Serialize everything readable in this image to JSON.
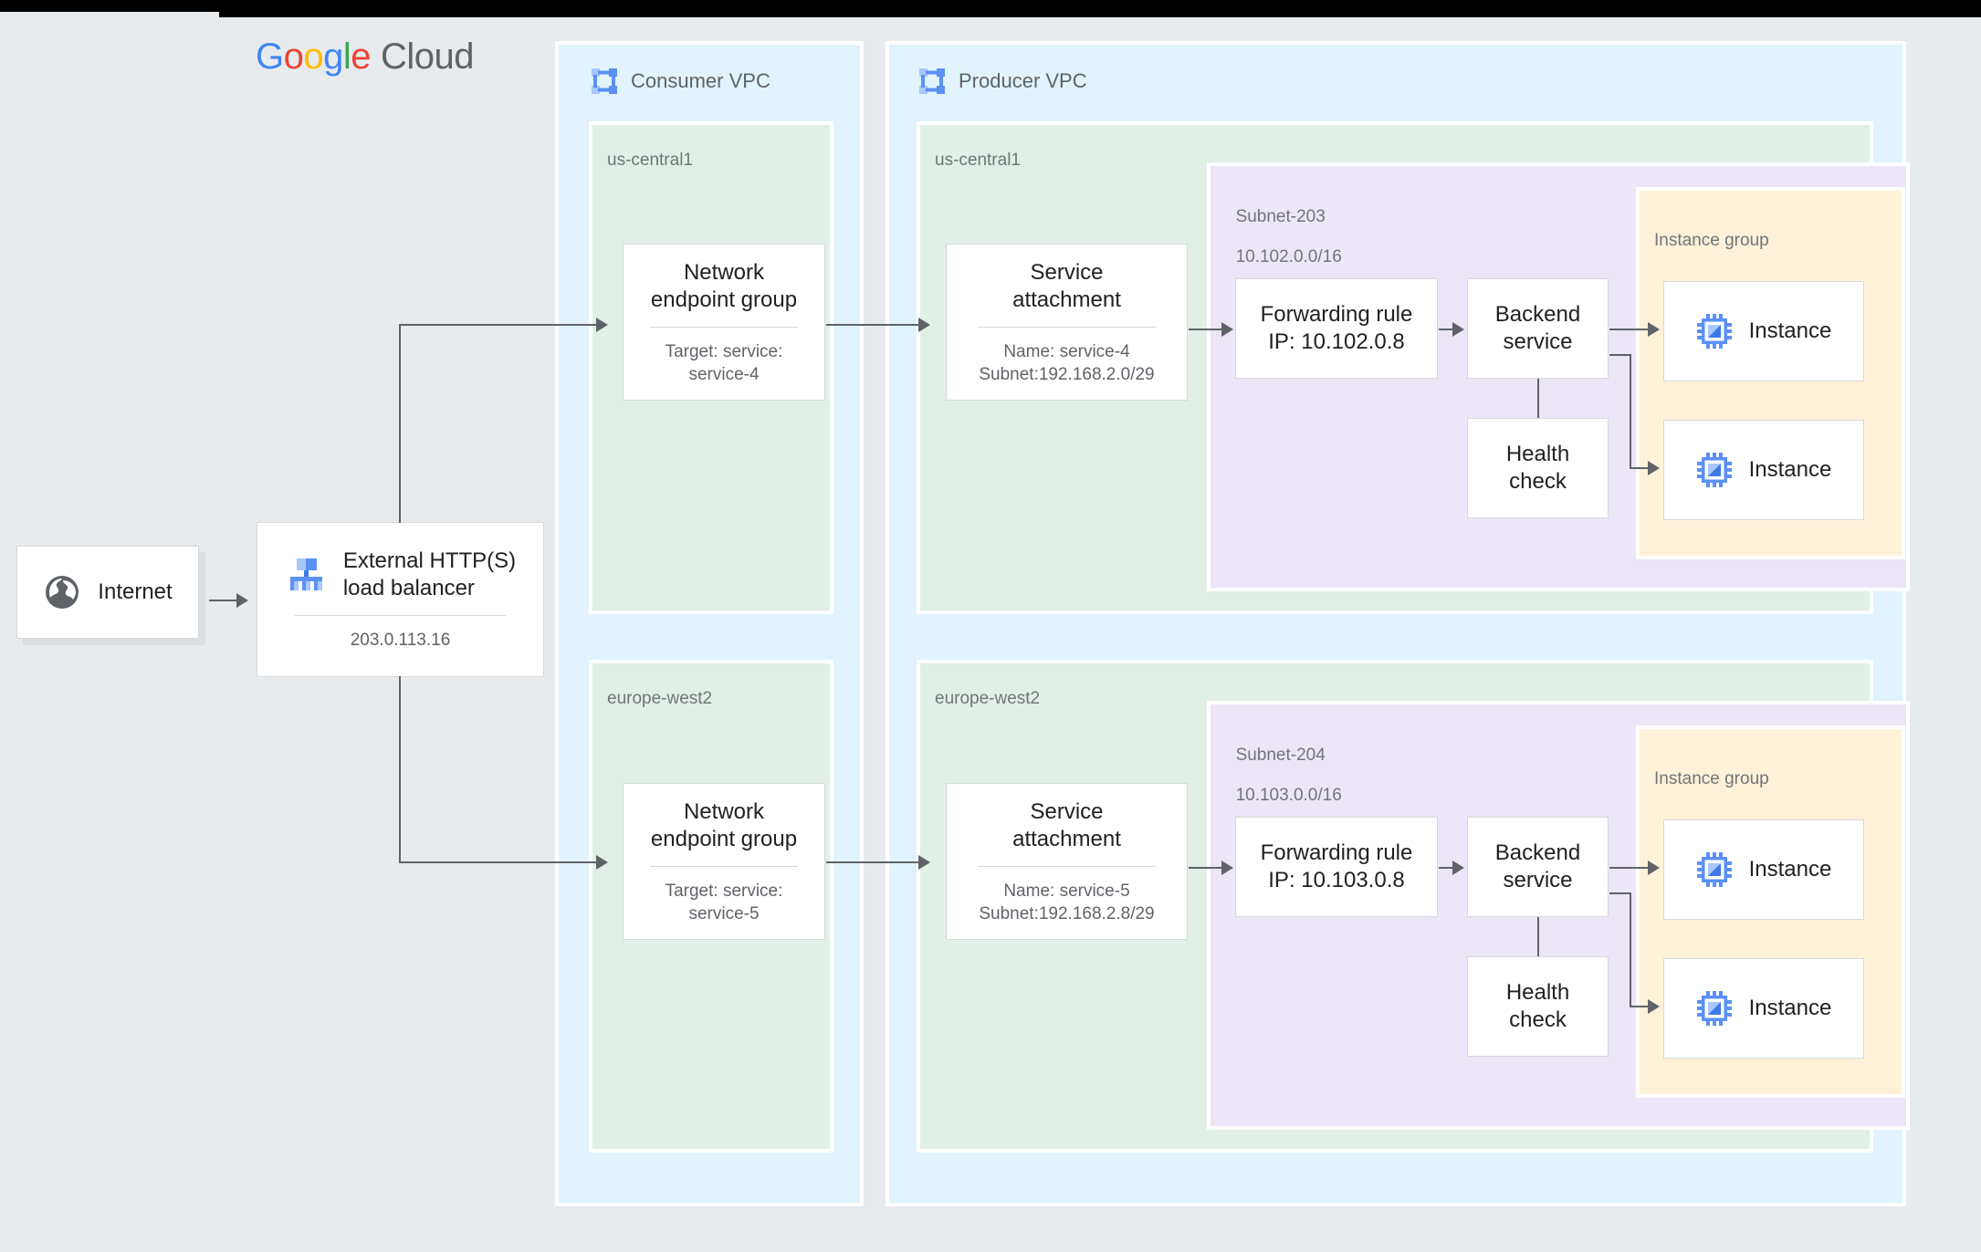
{
  "brand": {
    "google_letters": [
      "G",
      "o",
      "o",
      "g",
      "l",
      "e"
    ],
    "cloud_word": "Cloud"
  },
  "internet": {
    "label": "Internet",
    "icon": "globe-icon"
  },
  "load_balancer": {
    "title": "External HTTP(S)\nload balancer",
    "ip": "203.0.113.16",
    "icon": "load-balancer-hierarchy-icon"
  },
  "vpcs": [
    {
      "id": "consumer",
      "label": "Consumer VPC",
      "icon": "vpc-icon"
    },
    {
      "id": "producer",
      "label": "Producer VPC",
      "icon": "vpc-icon"
    }
  ],
  "regions": {
    "consumer_top": "us-central1",
    "consumer_bottom": "europe-west2",
    "producer_top": "us-central1",
    "producer_bottom": "europe-west2"
  },
  "network_endpoint_groups": [
    {
      "title": "Network\nendpoint group",
      "sub": "Target: service:\nservice-4"
    },
    {
      "title": "Network\nendpoint group",
      "sub": "Target: service:\nservice-5"
    }
  ],
  "service_attachments": [
    {
      "title": "Service\nattachment",
      "sub": "Name: service-4\nSubnet:192.168.2.0/29"
    },
    {
      "title": "Service\nattachment",
      "sub": "Name: service-5\nSubnet:192.168.2.8/29"
    }
  ],
  "subnets": [
    {
      "name": "Subnet-203",
      "cidr": "10.102.0.0/16"
    },
    {
      "name": "Subnet-204",
      "cidr": "10.103.0.0/16"
    }
  ],
  "forwarding_rules": [
    {
      "text": "Forwarding rule\nIP: 10.102.0.8"
    },
    {
      "text": "Forwarding rule\nIP: 10.103.0.8"
    }
  ],
  "backend_services": [
    {
      "text": "Backend\nservice"
    },
    {
      "text": "Backend\nservice"
    }
  ],
  "health_checks": [
    {
      "text": "Health\ncheck"
    },
    {
      "text": "Health\ncheck"
    }
  ],
  "instance_groups": [
    {
      "label": "Instance group",
      "instances": [
        {
          "label": "Instance",
          "icon": "cpu-chip-icon"
        },
        {
          "label": "Instance",
          "icon": "cpu-chip-icon"
        }
      ]
    },
    {
      "label": "Instance group",
      "instances": [
        {
          "label": "Instance",
          "icon": "cpu-chip-icon"
        },
        {
          "label": "Instance",
          "icon": "cpu-chip-icon"
        }
      ]
    }
  ],
  "colors": {
    "vpc_fill": "#e1f3fc",
    "region_fill": "#e2efe6",
    "subnet_fill": "#ece6f6",
    "instance_group_fill": "#fdf2d8",
    "canvas": "#e8ebed",
    "connector": "#5f6368",
    "icon_blue": "#5b91f5",
    "icon_blue_light": "#a8c7fa",
    "text_primary": "#202124",
    "text_secondary": "#5f6368"
  }
}
